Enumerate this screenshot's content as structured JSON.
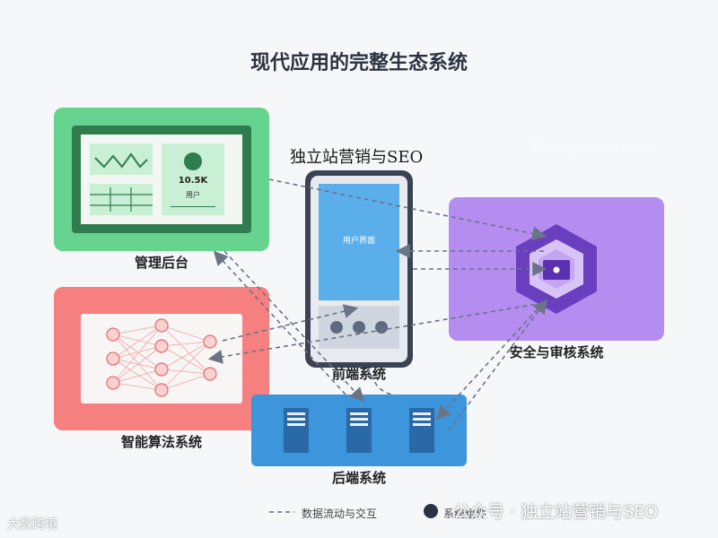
{
  "title": "现代应用的完整生态系统",
  "admin": {
    "label": "管理后台",
    "stat_value": "10.5K",
    "stat_unit": "用户"
  },
  "frontend": {
    "label": "前端系统",
    "screen_text": "用户界面"
  },
  "security": {
    "label": "安全与审核系统"
  },
  "algorithm": {
    "label": "智能算法系统"
  },
  "backend": {
    "label": "后端系统"
  },
  "overlay_text": "独立站营销与SEO",
  "faint_text_1": "Enter your text here",
  "legend": {
    "flow_label": "数据流动与交互",
    "component_label": "系统组件"
  },
  "watermark": {
    "left_text": "大数跨境",
    "right_text": "公众号 · 独立站营销与SEO"
  },
  "colors": {
    "admin": "#66d38e",
    "algorithm": "#f67f7f",
    "security": "#b58cf0",
    "backend": "#3d95db",
    "frontend_screen": "#5aaeea",
    "phone_frame": "#3a4253"
  }
}
